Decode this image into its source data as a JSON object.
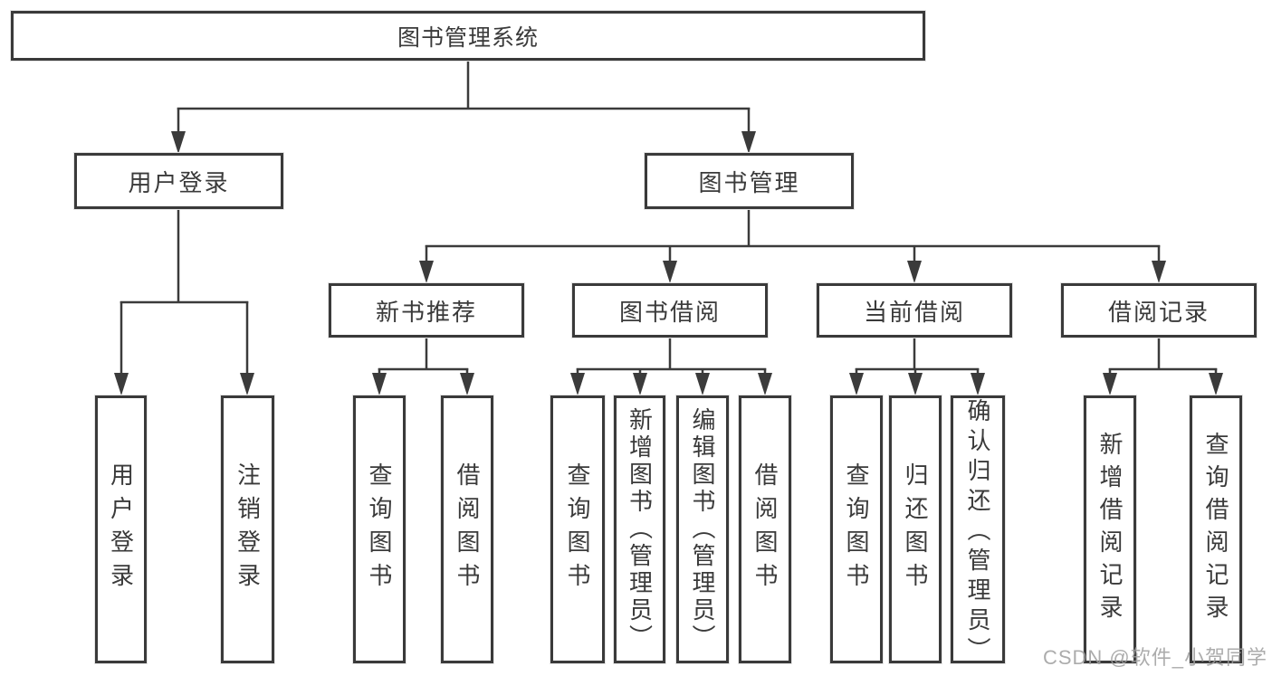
{
  "page": {
    "background_color": "#ffffff",
    "line_color": "#3b3b3b",
    "node_border_color": "#3a3a3a",
    "text_color": "#3a3a3a"
  },
  "watermark": {
    "text": "CSDN @软件_小贺同学",
    "color": "#9e9e9e"
  },
  "nodes": {
    "root": "图书管理系统",
    "level2": [
      "用户登录",
      "图书管理"
    ],
    "level3": [
      "新书推荐",
      "图书借阅",
      "当前借阅",
      "借阅记录"
    ],
    "leaves_user_login": [
      "用户登录",
      "注销登录"
    ],
    "leaves_new_book": [
      "查询图书",
      "借阅图书"
    ],
    "leaves_book_borrow": [
      "查询图书",
      "新增图书（管理员）",
      "编辑图书（管理员）",
      "借阅图书"
    ],
    "leaves_current_borrow": [
      "查询图书",
      "归还图书",
      "确认归还（管理员）"
    ],
    "leaves_borrow_record": [
      "新增借阅记录",
      "查询借阅记录"
    ]
  }
}
